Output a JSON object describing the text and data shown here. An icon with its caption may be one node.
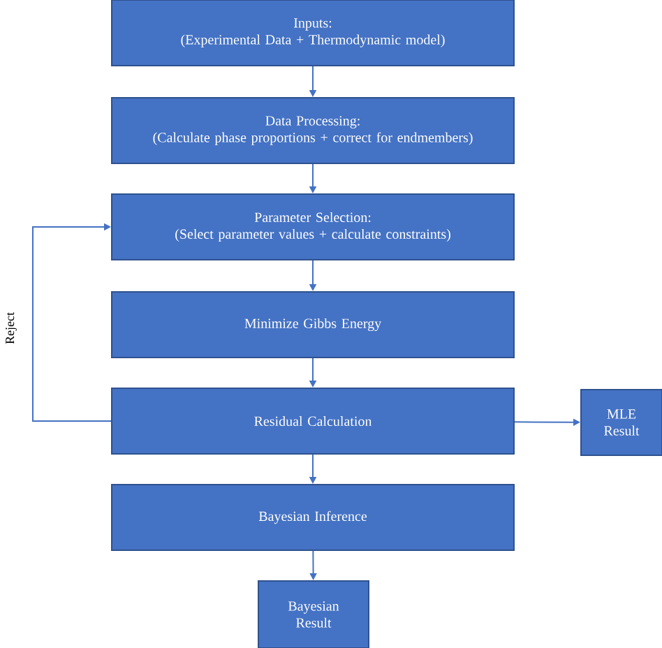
{
  "diagram": {
    "nodes": [
      {
        "text": [
          "Inputs:",
          "(Experimental Data + Thermodynamic model)"
        ]
      },
      {
        "text": [
          "Data Processing:",
          "(Calculate phase proportions + correct for endmembers)"
        ]
      },
      {
        "text": [
          "Parameter Selection:",
          "(Select parameter values + calculate constraints)"
        ]
      },
      {
        "text": [
          "Minimize Gibbs Energy"
        ]
      },
      {
        "text": [
          "Residual Calculation"
        ]
      },
      {
        "text": [
          "MLE Result"
        ]
      },
      {
        "text": [
          "Bayesian Inference"
        ]
      },
      {
        "text": [
          "Bayesian Result"
        ]
      }
    ],
    "edges": [
      {
        "from": 0,
        "to": 1,
        "arrow": "to"
      },
      {
        "from": 1,
        "to": 2,
        "arrow": "to"
      },
      {
        "from": 2,
        "to": 3,
        "arrow": "to"
      },
      {
        "from": 3,
        "to": 4,
        "arrow": "to"
      },
      {
        "from": 4,
        "to": 2,
        "arrow": "to",
        "label": "Reject"
      },
      {
        "from": 4,
        "to": 5,
        "arrow": "to"
      },
      {
        "from": 4,
        "to": 6,
        "arrow": "to"
      },
      {
        "from": 6,
        "to": 7,
        "arrow": "to"
      }
    ]
  }
}
